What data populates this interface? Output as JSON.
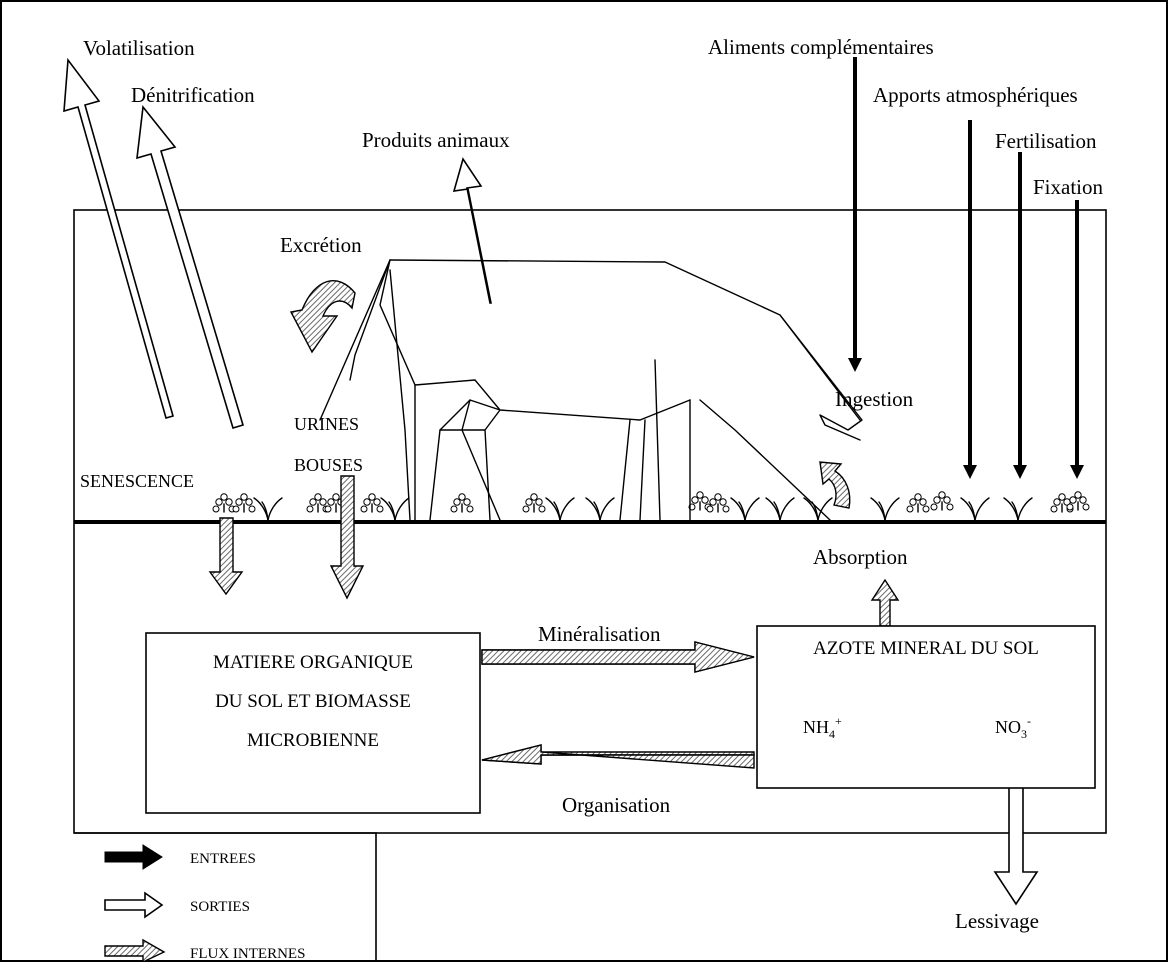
{
  "labels": {
    "volatilisation": "Volatilisation",
    "denitrification": "Dénitrification",
    "produits_animaux": "Produits animaux",
    "aliments": "Aliments complémentaires",
    "apports": "Apports atmosphériques",
    "fertilisation": "Fertilisation",
    "fixation": "Fixation",
    "excretion": "Excrétion",
    "ingestion": "Ingestion",
    "urines": "URINES",
    "bouses": "BOUSES",
    "senescence": "SENESCENCE",
    "absorption": "Absorption",
    "mineralisation": "Minéralisation",
    "organisation": "Organisation",
    "lessivage": "Lessivage"
  },
  "boxes": {
    "organic_line1": "MATIERE  ORGANIQUE",
    "organic_line2": "DU SOL ET BIOMASSE",
    "organic_line3": "MICROBIENNE",
    "mineral_title": "AZOTE MINERAL DU SOL",
    "nh4": "NH",
    "nh4_sub": "4",
    "nh4_sup": "+",
    "no3": "NO",
    "no3_sub": "3",
    "no3_sup": "-"
  },
  "legend": {
    "entrees": "ENTREES",
    "sorties": "SORTIES",
    "flux": "FLUX INTERNES"
  }
}
